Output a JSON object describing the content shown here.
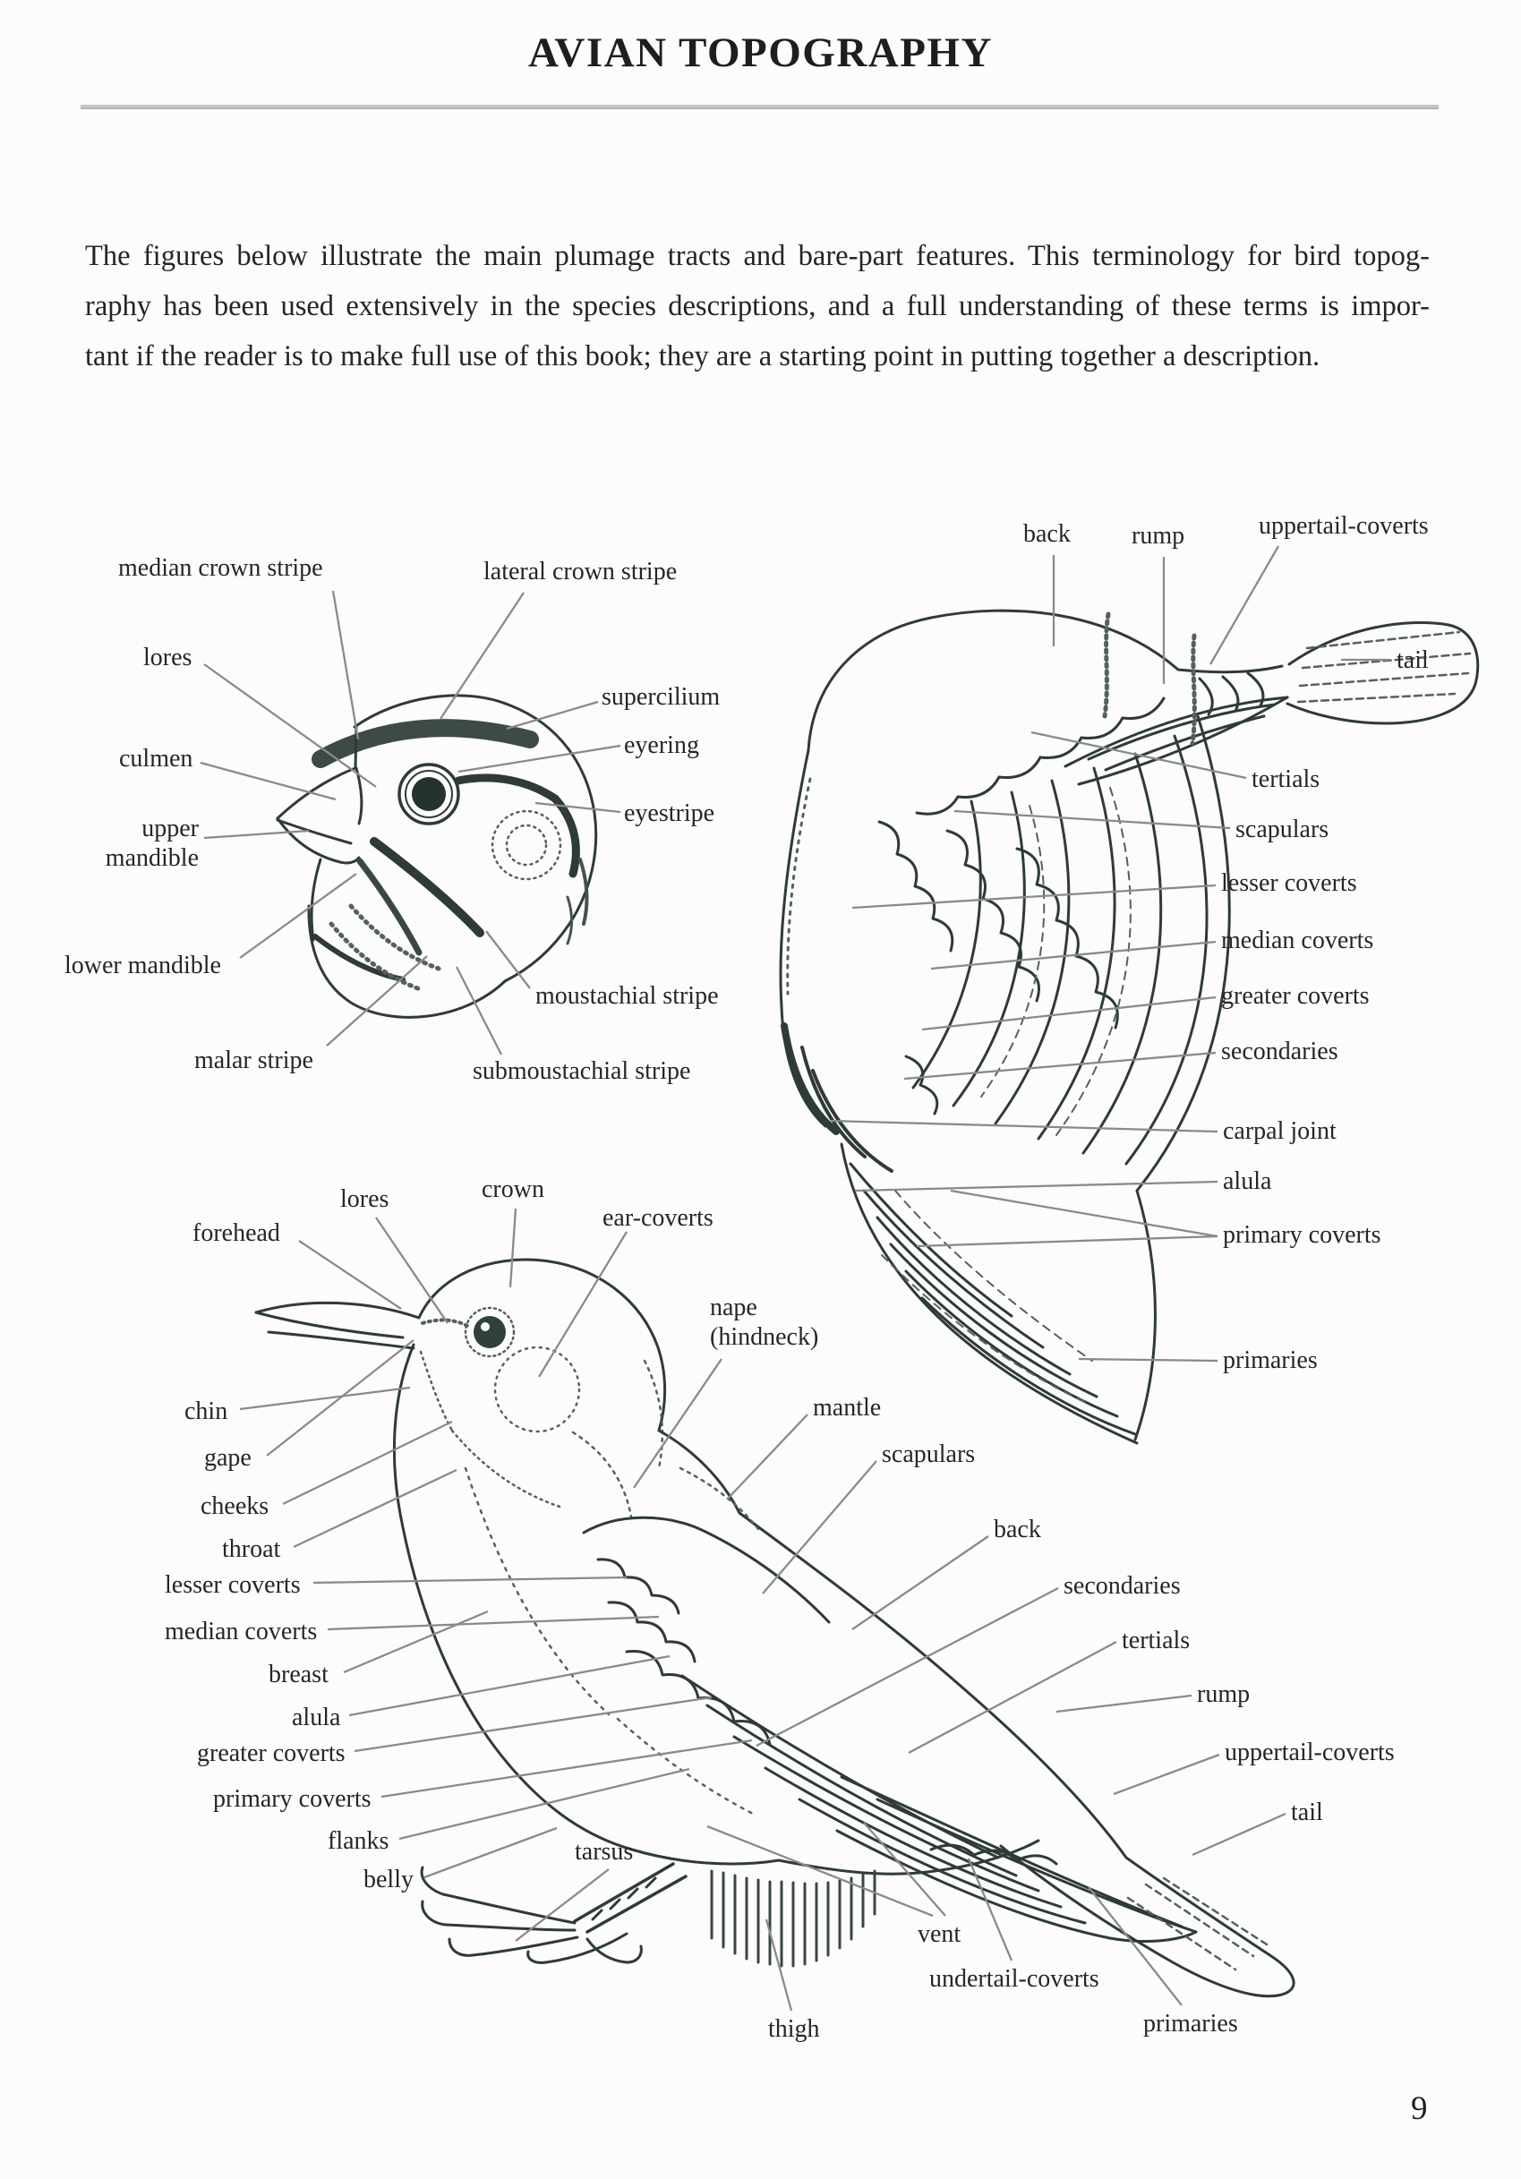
{
  "header": {
    "title": "AVIAN TOPOGRAPHY"
  },
  "intro": {
    "line1": "The figures below illustrate the main plumage tracts and bare-part features. This terminology for bird topog-",
    "line2": "raphy has been used extensively in the species descriptions, and a full understanding of these terms is impor-",
    "line3": "tant if the reader is to make full use of this book; they are a starting point in putting together a description."
  },
  "head_figure": {
    "median_crown_stripe": "median crown stripe",
    "lateral_crown_stripe": "lateral crown stripe",
    "lores": "lores",
    "supercilium": "supercilium",
    "culmen": "culmen",
    "eyering": "eyering",
    "eyestripe": "eyestripe",
    "upper_mandible": "upper mandible",
    "lower_mandible": "lower mandible",
    "moustachial_stripe": "moustachial stripe",
    "malar_stripe": "malar stripe",
    "submoustachial_stripe": "submoustachial stripe"
  },
  "wing_figure": {
    "back": "back",
    "rump": "rump",
    "uppertail_coverts": "uppertail-coverts",
    "tail": "tail",
    "tertials": "tertials",
    "scapulars": "scapulars",
    "lesser_coverts": "lesser coverts",
    "median_coverts": "median coverts",
    "greater_coverts": "greater coverts",
    "secondaries": "secondaries",
    "carpal_joint": "carpal joint",
    "alula": "alula",
    "primary_coverts": "primary coverts",
    "primaries": "primaries"
  },
  "body_figure": {
    "forehead": "forehead",
    "lores": "lores",
    "crown": "crown",
    "ear_coverts": "ear-coverts",
    "nape": "nape (hindneck)",
    "chin": "chin",
    "gape": "gape",
    "cheeks": "cheeks",
    "throat": "throat",
    "lesser_coverts": "lesser coverts",
    "median_coverts": "median coverts",
    "breast": "breast",
    "alula": "alula",
    "greater_coverts": "greater coverts",
    "primary_coverts": "primary coverts",
    "flanks": "flanks",
    "belly": "belly",
    "tarsus": "tarsus",
    "thigh": "thigh",
    "vent": "vent",
    "undertail_coverts": "undertail-coverts",
    "primaries": "primaries",
    "mantle": "mantle",
    "scapulars": "scapulars",
    "back": "back",
    "secondaries": "secondaries",
    "tertials": "tertials",
    "rump": "rump",
    "uppertail_coverts": "uppertail-coverts",
    "tail": "tail"
  },
  "footer": {
    "page_number": "9"
  }
}
